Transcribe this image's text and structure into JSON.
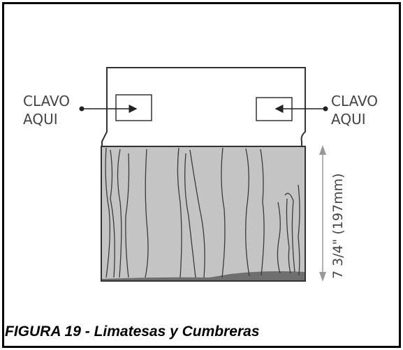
{
  "figure": {
    "caption": "FIGURA 19 - Limatesas y Cumbreras",
    "nail_label_left": [
      "CLAVO",
      "AQUI"
    ],
    "nail_label_right": [
      "CLAVO",
      "AQUI"
    ],
    "exposure_label": "7 3/4\" (197mm)"
  },
  "colors": {
    "shingle_fill": "#c4c4c4",
    "line": "#333333",
    "text": "#444444",
    "border": "#000000"
  }
}
